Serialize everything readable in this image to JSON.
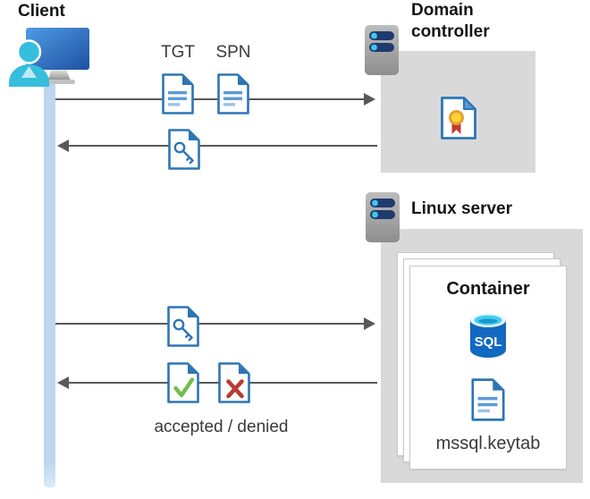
{
  "client": {
    "label": "Client"
  },
  "flows": {
    "tgt_label": "TGT",
    "spn_label": "SPN",
    "accepted_denied_label": "accepted / denied"
  },
  "domain_controller": {
    "label": "Domain controller"
  },
  "linux_server": {
    "label": "Linux server"
  },
  "container": {
    "label": "Container",
    "sql_badge": "SQL",
    "keytab_label": "mssql.keytab"
  },
  "icons": {
    "client": "user-at-monitor-icon",
    "server": "rack-server-icon",
    "tgt": "document-icon",
    "spn": "document-icon",
    "ticket": "key-document-icon",
    "certificate": "certificate-document-icon",
    "accepted": "check-document-icon",
    "denied": "cross-document-icon",
    "sql": "sql-database-cylinder-icon",
    "keytab": "document-icon"
  },
  "colors": {
    "doc_border_blue": "#2E75B6",
    "doc_line_blue": "#5B9BD5",
    "doc_line_light": "#9DC3E6",
    "lifeline_blue": "#BDD7EE",
    "box_gray": "#D9D9D9",
    "arrow_gray": "#595959",
    "person_cyan": "#35BEDE",
    "check_green": "#6FBF4A",
    "cross_red": "#BB3A32",
    "sql_blue": "#1368C0",
    "server_bar_navy": "#1F3A6E",
    "server_led_cyan": "#41C6EF",
    "medal_yellow": "#FFD333",
    "medal_ring_orange": "#E5A02F",
    "ribbon_red": "#C43A2C"
  }
}
